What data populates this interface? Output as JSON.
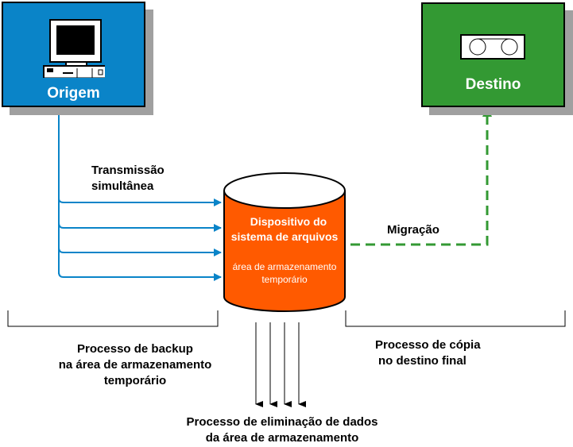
{
  "colors": {
    "source": "#0a84c8",
    "destination": "#339933",
    "storage": "#ff5a00",
    "flow_line": "#0a84c8",
    "migration_line": "#339933",
    "shadow": "#a0a0a0"
  },
  "source": {
    "label": "Origem",
    "icon": "computer-icon"
  },
  "destination": {
    "label": "Destino",
    "icon": "tape-cartridge-icon"
  },
  "storage": {
    "title_line1": "Dispositivo do",
    "title_line2": "sistema de arquivos",
    "subtitle_line1": "área de armazenamento",
    "subtitle_line2": "temporário",
    "icon": "cylinder-icon"
  },
  "labels": {
    "transmission_line1": "Transmissão",
    "transmission_line2": "simultânea",
    "migration": "Migração",
    "backup_line1": "Processo de backup",
    "backup_line2": "na área de armazenamento",
    "backup_line3": "temporário",
    "copy_line1": "Processo de cópia",
    "copy_line2": "no destino final",
    "elimination_line1": "Processo de eliminação de dados",
    "elimination_line2": "da área de armazenamento"
  },
  "flows": {
    "parallel_transmission_count": 4,
    "elimination_arrow_count": 4
  }
}
